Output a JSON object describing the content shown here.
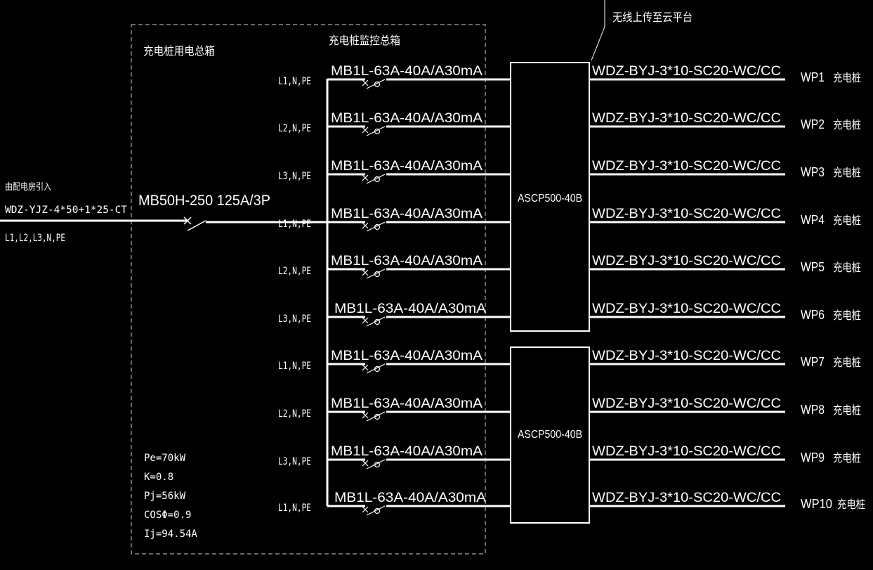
{
  "upload_note": "无线上传至云平台",
  "box_main_title": "充电桩用电总箱",
  "box_monitor_title": "充电桩监控总箱",
  "incoming": {
    "source": "由配电房引入",
    "cable": "WDZ-YJZ-4*50+1*25-CT",
    "phases": "L1,L2,L3,N,PE"
  },
  "main_breaker": "MB50H-250 125A/3P",
  "monitors": [
    "ASCP500-40B",
    "ASCP500-40B"
  ],
  "params": [
    "Pe=70kW",
    "K=0.8",
    "Pj=56kW",
    "COSΦ=0.9",
    "Ij=94.54A"
  ],
  "circuits": [
    {
      "phase": "L1,N,PE",
      "breaker": "MB1L-63A-40A/A30mA",
      "cable": "WDZ-BYJ-3*10-SC20-WC/CC",
      "id": "WP1",
      "load": "充电桩"
    },
    {
      "phase": "L2,N,PE",
      "breaker": "MB1L-63A-40A/A30mA",
      "cable": "WDZ-BYJ-3*10-SC20-WC/CC",
      "id": "WP2",
      "load": "充电桩"
    },
    {
      "phase": "L3,N,PE",
      "breaker": "MB1L-63A-40A/A30mA",
      "cable": "WDZ-BYJ-3*10-SC20-WC/CC",
      "id": "WP3",
      "load": "充电桩"
    },
    {
      "phase": "L1,N,PE",
      "breaker": "MB1L-63A-40A/A30mA",
      "cable": "WDZ-BYJ-3*10-SC20-WC/CC",
      "id": "WP4",
      "load": "充电桩"
    },
    {
      "phase": "L2,N,PE",
      "breaker": "MB1L-63A-40A/A30mA",
      "cable": "WDZ-BYJ-3*10-SC20-WC/CC",
      "id": "WP5",
      "load": "充电桩"
    },
    {
      "phase": "L3,N,PE",
      "breaker": "MB1L-63A-40A/A30mA",
      "cable": "WDZ-BYJ-3*10-SC20-WC/CC",
      "id": "WP6",
      "load": "充电桩"
    },
    {
      "phase": "L1,N,PE",
      "breaker": "MB1L-63A-40A/A30mA",
      "cable": "WDZ-BYJ-3*10-SC20-WC/CC",
      "id": "WP7",
      "load": "充电桩"
    },
    {
      "phase": "L2,N,PE",
      "breaker": "MB1L-63A-40A/A30mA",
      "cable": "WDZ-BYJ-3*10-SC20-WC/CC",
      "id": "WP8",
      "load": "充电桩"
    },
    {
      "phase": "L3,N,PE",
      "breaker": "MB1L-63A-40A/A30mA",
      "cable": "WDZ-BYJ-3*10-SC20-WC/CC",
      "id": "WP9",
      "load": "充电桩"
    },
    {
      "phase": "L1,N,PE",
      "breaker": "MB1L-63A-40A/A30mA",
      "cable": "WDZ-BYJ-3*10-SC20-WC/CC",
      "id": "WP10",
      "load": "充电桩"
    }
  ],
  "colors": {
    "background": "#000000",
    "line": "#ffffff",
    "dashed_box": "#cfcfcf"
  }
}
